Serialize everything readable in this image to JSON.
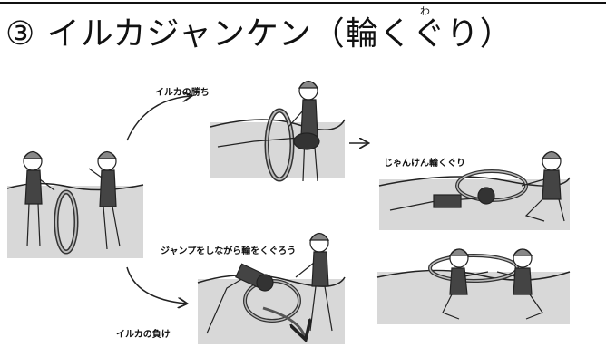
{
  "header": {
    "title": "③ イルカジャンケン（輪くぐり）",
    "furigana": "わ"
  },
  "labels": {
    "dolphin_win": "イルカの勝ち",
    "dolphin_lose": "イルカの負け",
    "janken_hoop": "じゃんけん輪くぐり",
    "jump_hoop": "ジャンプをしながら輪をくぐろう"
  }
}
